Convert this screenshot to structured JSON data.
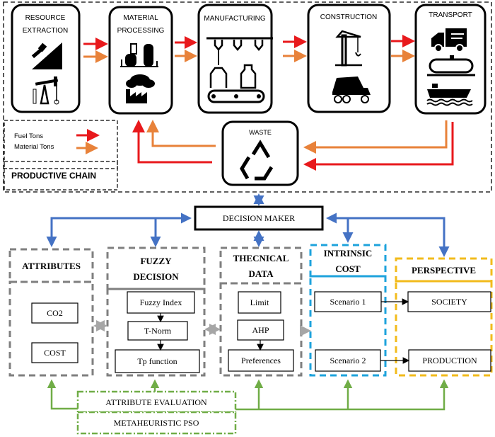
{
  "productive_chain": {
    "label": "PRODUCTIVE CHAIN",
    "stages": [
      {
        "id": "resource",
        "line1": "RESOURCE",
        "line2": "EXTRACTION",
        "icons": [
          "mining-icon",
          "oil-pump-icon"
        ]
      },
      {
        "id": "material",
        "line1": "MATERIAL",
        "line2": "PROCESSING",
        "icons": [
          "refinery-icon",
          "factory-icon"
        ]
      },
      {
        "id": "manufacturing",
        "line1": "MANUFACTURING",
        "line2": "",
        "icons": [
          "conveyor-bottling-icon"
        ]
      },
      {
        "id": "construction",
        "line1": "CONSTRUCTION",
        "line2": "",
        "icons": [
          "crane-icon",
          "cement-truck-icon"
        ]
      },
      {
        "id": "transport",
        "line1": "TRANSPORT",
        "line2": "",
        "icons": [
          "truck-icon",
          "tanker-rail-icon",
          "ship-icon"
        ]
      }
    ],
    "waste": {
      "label": "WASTE",
      "icon": "recycle-icon"
    },
    "legend": [
      {
        "label": "Fuel Tons",
        "color": "#e8191c"
      },
      {
        "label": "Material Tons",
        "color": "#e8823a"
      }
    ]
  },
  "decision_maker": {
    "label": "DECISION MAKER"
  },
  "modules": [
    {
      "id": "attributes",
      "title": [
        "ATTRIBUTES"
      ],
      "color": "#7f7f7f",
      "items": [
        "CO2",
        "COST"
      ]
    },
    {
      "id": "fuzzy",
      "title": [
        "FUZZY",
        "DECISION"
      ],
      "color": "#7f7f7f",
      "items": [
        "Fuzzy Index",
        "T-Norm",
        "Tp function"
      ]
    },
    {
      "id": "technical",
      "title": [
        "THECNICAL",
        "DATA"
      ],
      "color": "#7f7f7f",
      "items": [
        "Limit",
        "AHP",
        "Preferences"
      ]
    },
    {
      "id": "intrinsic",
      "title": [
        "INTRINSIC",
        "COST"
      ],
      "color": "#1ea3dc",
      "items": [
        "Scenario 1",
        "Scenario 2"
      ]
    },
    {
      "id": "perspective",
      "title": [
        "PERSPECTIVE"
      ],
      "color": "#f2bb1c",
      "items": [
        "SOCIETY",
        "PRODUCTION"
      ]
    }
  ],
  "optimizer": {
    "evaluation": "ATTRIBUTE EVALUATION",
    "pso": "METAHEURISTIC PSO",
    "color": "#70ad47"
  },
  "colors": {
    "blue": "#4472c4",
    "gray_arrow": "#a6a6a6",
    "black": "#000000"
  }
}
